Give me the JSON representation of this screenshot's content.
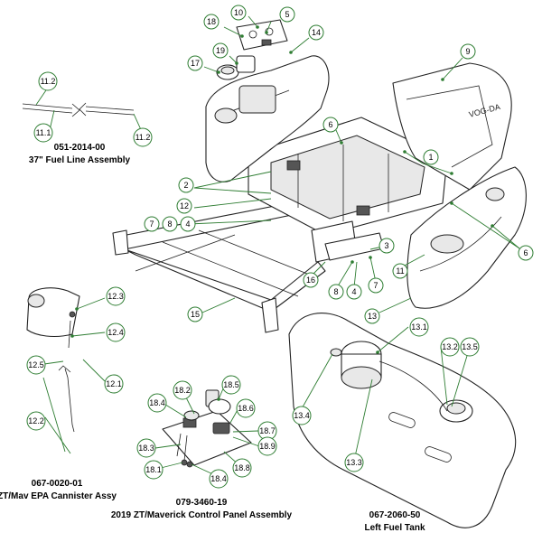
{
  "accent_color": "#2e7d32",
  "callouts": {
    "c10": "10",
    "c5": "5",
    "c18a": "18",
    "c14": "14",
    "c19": "19",
    "c17": "17",
    "c9": "9",
    "c6a": "6",
    "c1": "1",
    "c2": "2",
    "c12": "12",
    "c7a": "7",
    "c8a": "8",
    "c4a": "4",
    "c3": "3",
    "c11": "11",
    "c6b": "6",
    "c16": "16",
    "c8b": "8",
    "c4b": "4",
    "c7b": "7",
    "c13": "13",
    "c15": "15",
    "c11_2a": "11.2",
    "c11_1": "11.1",
    "c11_2b": "11.2",
    "c12_3": "12.3",
    "c12_4": "12.4",
    "c12_5": "12.5",
    "c12_1": "12.1",
    "c12_2": "12.2",
    "c18_5": "18.5",
    "c18_4a": "18.4",
    "c18_2": "18.2",
    "c18_6": "18.6",
    "c18_7": "18.7",
    "c18_3": "18.3",
    "c18_9": "18.9",
    "c18_1": "18.1",
    "c18_8": "18.8",
    "c18_4b": "18.4",
    "c13_1": "13.1",
    "c13_2": "13.2",
    "c13_5": "13.5",
    "c13_4": "13.4",
    "c13_3": "13.3"
  },
  "captions": {
    "fuel_line_number": "051-2014-00",
    "fuel_line_title": "37\" Fuel Line Assembly",
    "canister_number": "067-0020-01",
    "canister_title": "ZT/Mav EPA Cannister Assy",
    "control_panel_number": "079-3460-19",
    "control_panel_title": "2019 ZT/Maverick Control Panel Assembly",
    "tank_number": "067-2060-50",
    "tank_title": "Left Fuel Tank"
  }
}
